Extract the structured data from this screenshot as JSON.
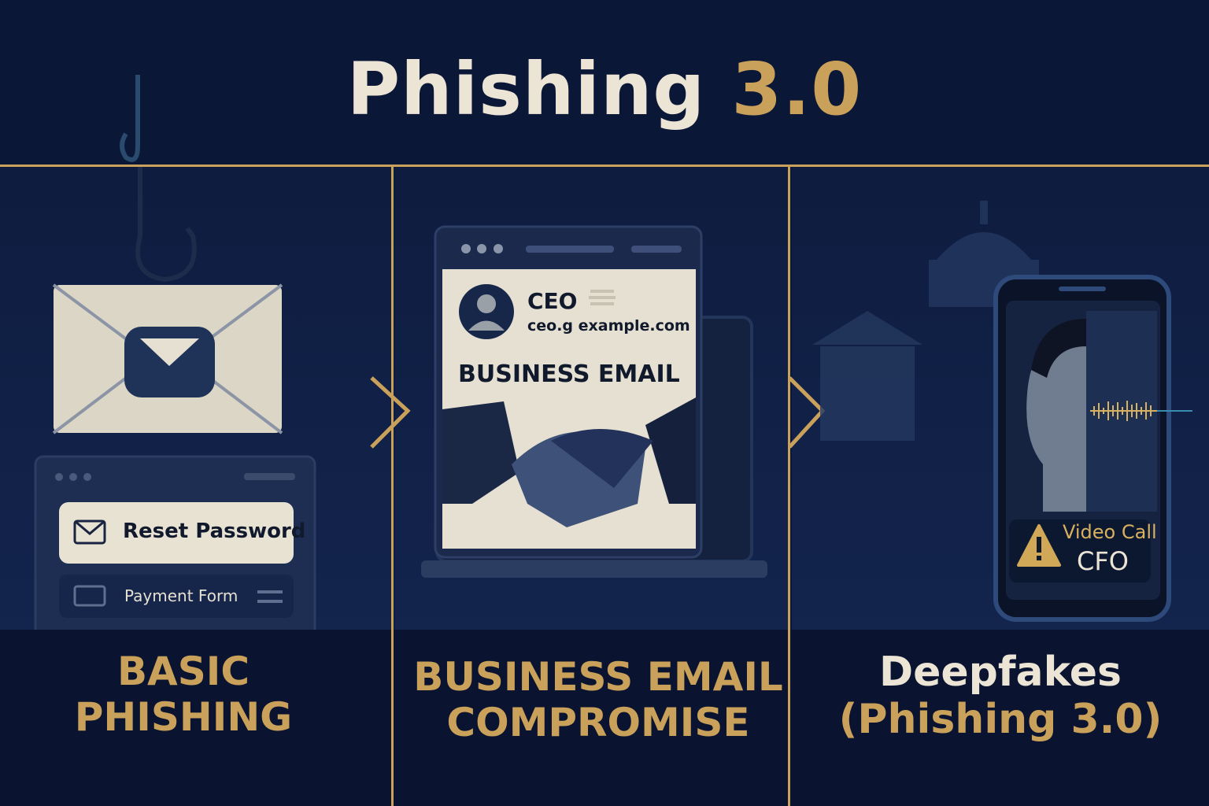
{
  "title": {
    "main": "Phishing",
    "accent": "3.0"
  },
  "colors": {
    "background": "#0b1736",
    "accent_gold": "#c9a15a",
    "cream": "#ece5d6"
  },
  "stages": [
    {
      "label_line1": "BASIC",
      "label_line2": "PHISHING",
      "icons": [
        "fish-hook-icon",
        "envelope-icon",
        "mail-icon",
        "form-icon"
      ],
      "buttons": {
        "reset": "Reset Password",
        "payment": "Payment Form"
      }
    },
    {
      "label_line1": "BUSINESS EMAIL",
      "label_line2": "COMPROMISE",
      "sender_title": "CEO",
      "sender_email": "ceo.g example.com",
      "heading": "BUSINESS EMAIL",
      "icons": [
        "avatar-icon",
        "handshake-icon",
        "laptop-icon"
      ]
    },
    {
      "label_line1": "Deepfakes",
      "label_line2": "(Phishing 3.0)",
      "call_label": "Video Call",
      "caller": "CFO",
      "icons": [
        "capitol-icon",
        "phone-icon",
        "warning-icon",
        "soundwave-icon"
      ]
    }
  ]
}
